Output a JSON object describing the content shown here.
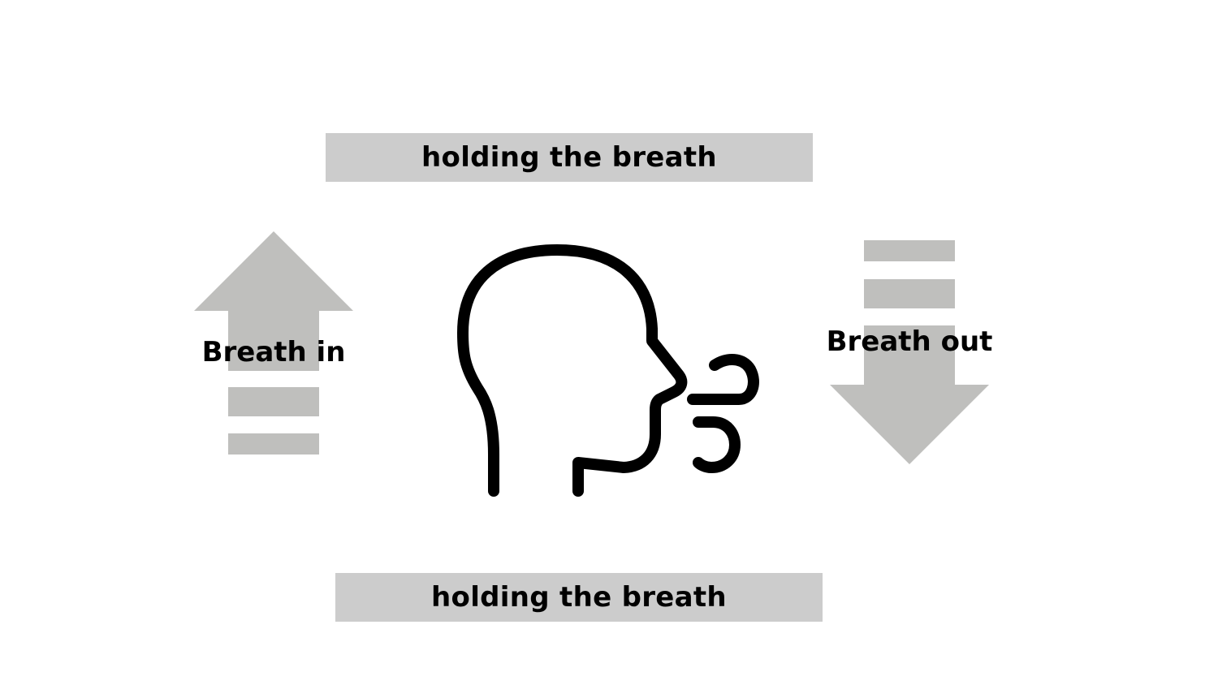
{
  "phases": {
    "top_hold": "holding the breath",
    "bottom_hold": "holding the breath",
    "inhale": "Breath in",
    "exhale": "Breath out"
  },
  "colors": {
    "background": "#ffffff",
    "bar": "#cccccc",
    "arrow": "#bfbfbd",
    "icon_stroke": "#000000",
    "text": "#000000"
  },
  "icons": {
    "center": "head-exhaling-icon",
    "inhale": "arrow-up-icon",
    "exhale": "arrow-down-icon"
  }
}
